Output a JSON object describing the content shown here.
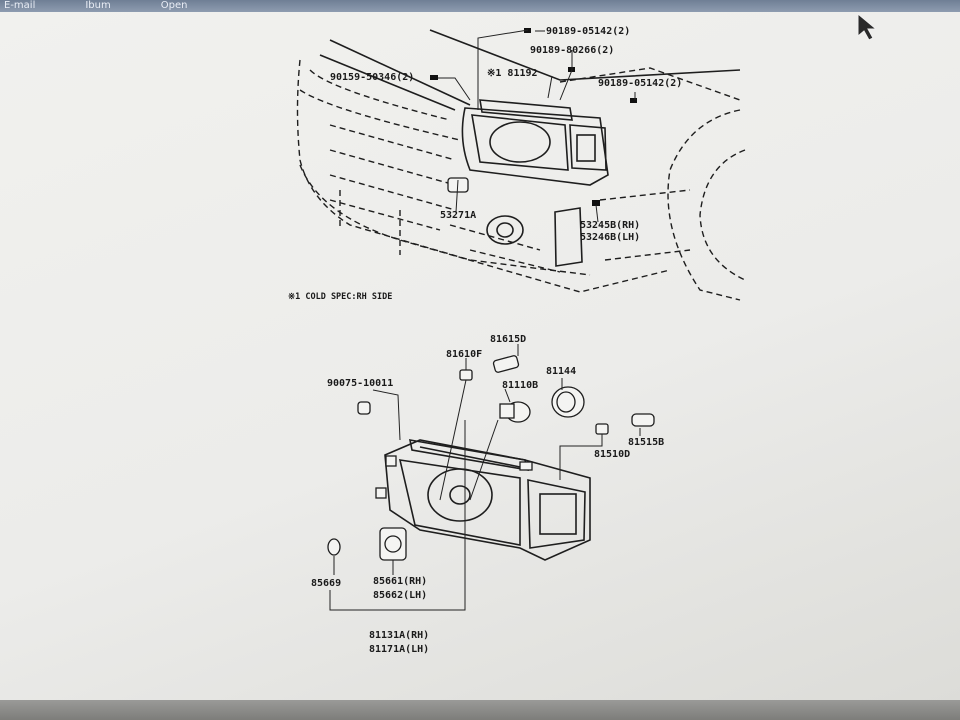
{
  "toolbar": {
    "email_label": "E-mail",
    "album_label": "Ibum",
    "open_label": "Open"
  },
  "diagram": {
    "top_labels": {
      "l90189_05142a": "90189-05142(2)",
      "l90189_80266": "90189-80266(2)",
      "l90159_50346": "90159-50346(2)",
      "l81192": "※1 81192",
      "l90189_05142b": "90189-05142(2)",
      "l53271a": "53271A",
      "l53245b": "53245B(RH)",
      "l53246b": "53246B(LH)"
    },
    "note": "※1 COLD SPEC:RH SIDE",
    "bottom_labels": {
      "l81615d": "81615D",
      "l81610f": "81610F",
      "l81144": "81144",
      "l90075": "90075-10011",
      "l81110b": "81110B",
      "l81515b": "81515B",
      "l81510d": "81510D",
      "l85669": "85669",
      "l85661": "85661(RH)",
      "l85662": "85662(LH)",
      "l81131a": "81131A(RH)",
      "l81171a": "81171A(LH)"
    }
  }
}
